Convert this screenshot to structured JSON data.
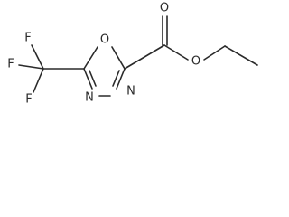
{
  "molecule": {
    "atoms": {
      "fluorine_top": "F",
      "fluorine_left": "F",
      "fluorine_bottom": "F",
      "ring_oxygen": "O",
      "ring_nitrogen_right": "N",
      "ring_nitrogen_left": "N",
      "carbonyl_oxygen": "O",
      "ester_oxygen": "O"
    }
  }
}
